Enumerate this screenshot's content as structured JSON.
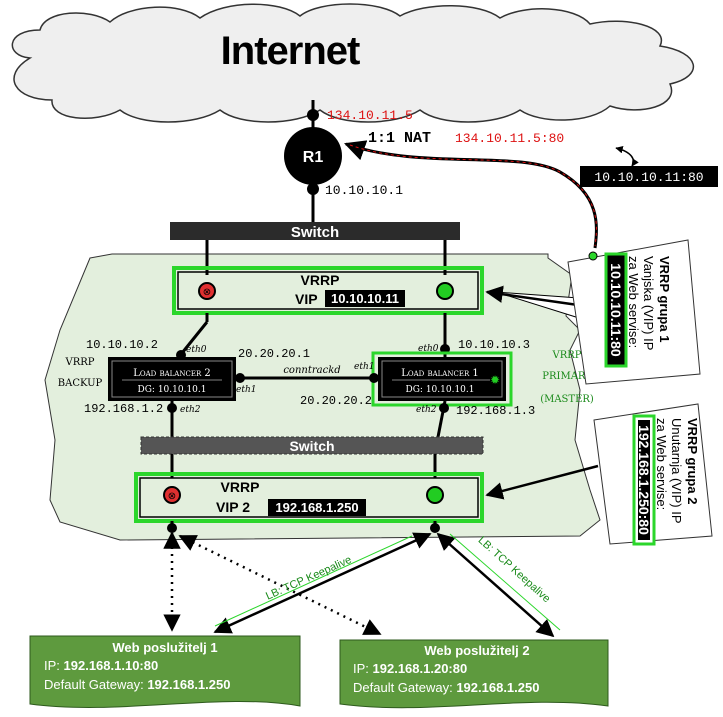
{
  "internet": {
    "label": "Internet"
  },
  "router": {
    "label": "R1",
    "public_ip": "134.10.11.5",
    "inside_ip": "10.10.10.1"
  },
  "nat": {
    "label": "1:1 NAT",
    "public": "134.10.11.5:80",
    "private": "10.10.10.11:80"
  },
  "switch_top": {
    "label": "Switch"
  },
  "switch_bottom": {
    "label": "Switch"
  },
  "vrrp1": {
    "title": "VRRP",
    "vip_label": "VIP",
    "vip": "10.10.10.11"
  },
  "vrrp2": {
    "title": "VRRP",
    "vip_label": "VIP 2",
    "vip": "192.168.1.250"
  },
  "lb2": {
    "name": "Load balancer 2",
    "dg": "DG: 10.10.10.1",
    "eth0_ip": "10.10.10.2",
    "eth1_ip": "20.20.20.1",
    "eth2_ip": "192.168.1.2",
    "role_line1": "VRRP",
    "role_line2": "BACKUP"
  },
  "lb1": {
    "name": "Load balancer 1",
    "dg": "DG: 10.10.10.1",
    "eth0_ip": "10.10.10.3",
    "eth1_ip": "20.20.20.2",
    "eth2_ip": "192.168.1.3",
    "role_line1": "VRRP",
    "role_line2": "PRIMARY",
    "role_line3": "(MASTER)"
  },
  "ifaces": {
    "eth0": "eth0",
    "eth1": "eth1",
    "eth2": "eth2"
  },
  "sync": {
    "label": "conntrackd"
  },
  "keepalive": {
    "label": "LB: TCP Keepalive"
  },
  "group1": {
    "title": "VRRP grupa 1",
    "line1": "Vanjska (VIP) IP",
    "line2": "za Web servise:",
    "addr": "10.10.10.11:80"
  },
  "group2": {
    "title": "VRRP grupa 2",
    "line1": "Unutarnja (VIP) IP",
    "line2": "za Web servise:",
    "addr": "192.168.1.250:80"
  },
  "web1": {
    "title": "Web poslužitelj 1",
    "ip_label": "IP: ",
    "ip": "192.168.1.10:80",
    "gw_label": "Default Gateway: ",
    "gw": "192.168.1.250"
  },
  "web2": {
    "title": "Web poslužitelj 2",
    "ip_label": "IP: ",
    "ip": "192.168.1.20:80",
    "gw_label": "Default Gateway: ",
    "gw": "192.168.1.250"
  },
  "colors": {
    "zone": "#e3efdd",
    "green": "#22cc22",
    "red": "#e03030",
    "web_box": "#5e9a3e",
    "nat_red": "#dd1111"
  }
}
